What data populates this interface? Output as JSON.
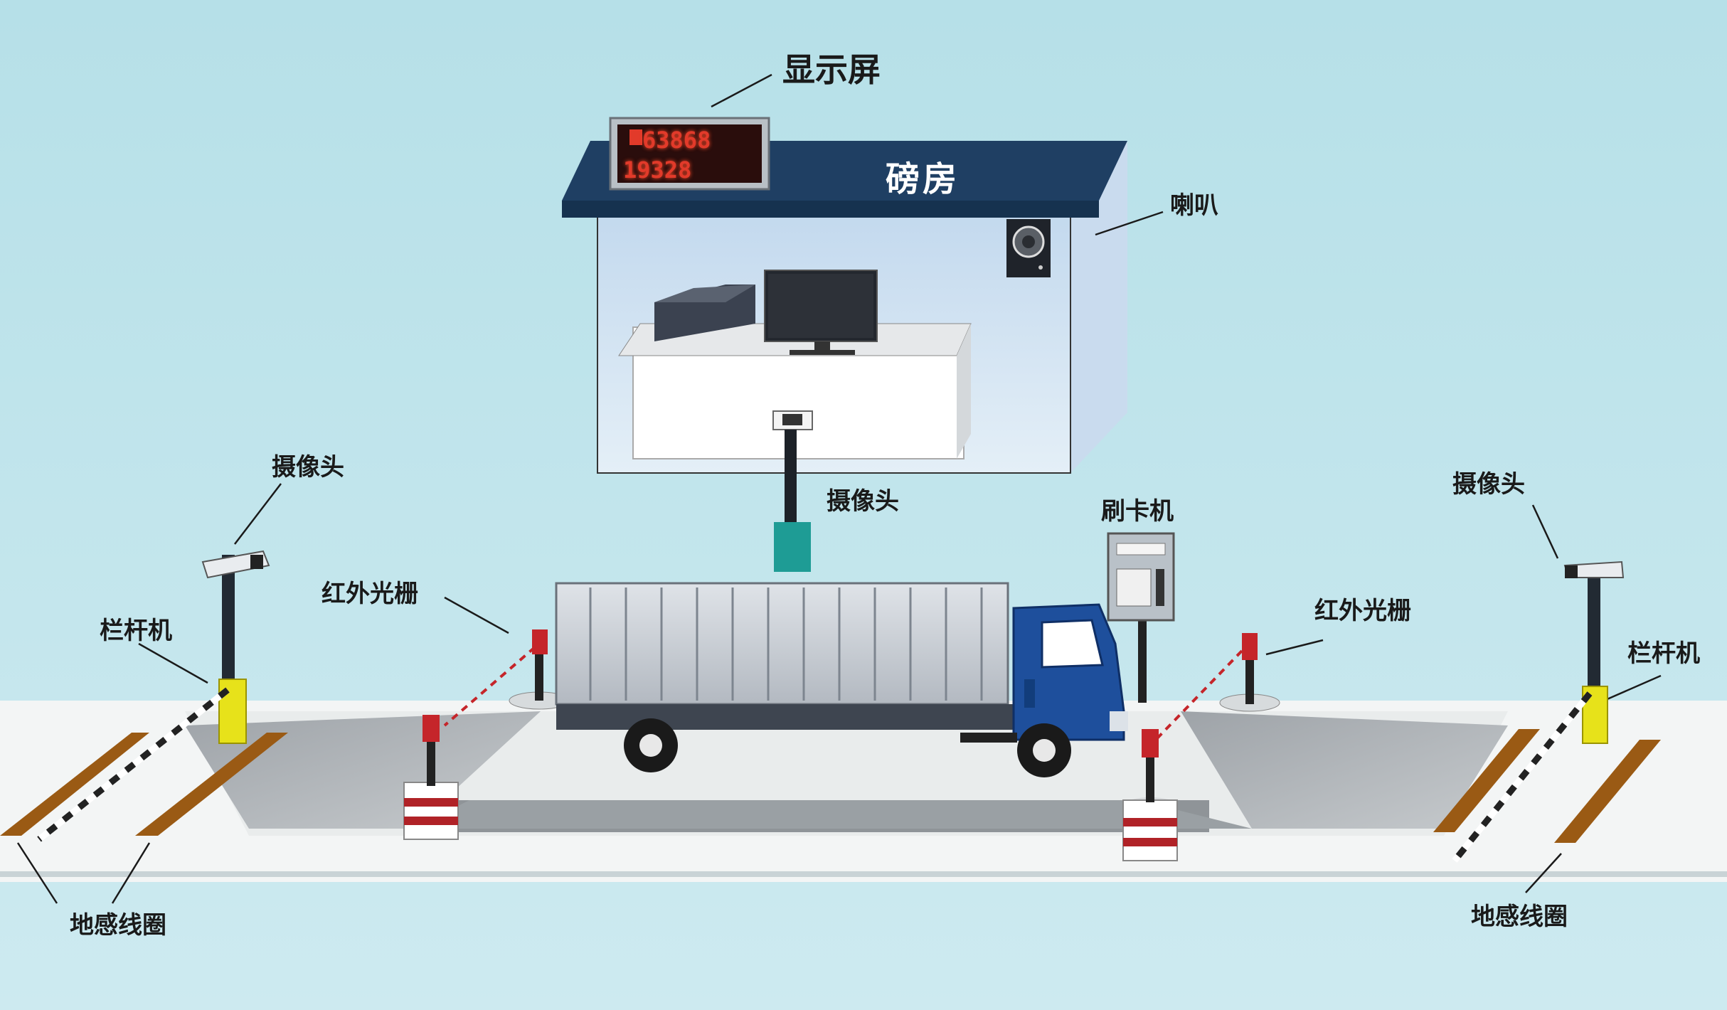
{
  "labels": {
    "display_screen": "显示屏",
    "weigh_room": "磅房",
    "speaker": "喇叭",
    "camera_left": "摄像头",
    "camera_center": "摄像头",
    "camera_right": "摄像头",
    "card_reader": "刷卡机",
    "ir_grating_left": "红外光栅",
    "ir_grating_right": "红外光栅",
    "barrier_left": "栏杆机",
    "barrier_right": "栏杆机",
    "loop_left": "地感线圈",
    "loop_right": "地感线圈"
  },
  "display": {
    "line1": "63868",
    "line2": "19328"
  },
  "colors": {
    "background": "#bfe3ea",
    "roof": "#1f3f63",
    "truck_cab": "#1e4f9c",
    "cargo_box": "#c8ced6",
    "barrier_yellow": "#e7e21a",
    "loop_orange": "#9a5a14",
    "post": "#222a33",
    "ground": "#f2f4f4",
    "scale_surface": "#a9aeb2",
    "camera_box": "#1e9c95",
    "led_red": "#e23a2a"
  }
}
